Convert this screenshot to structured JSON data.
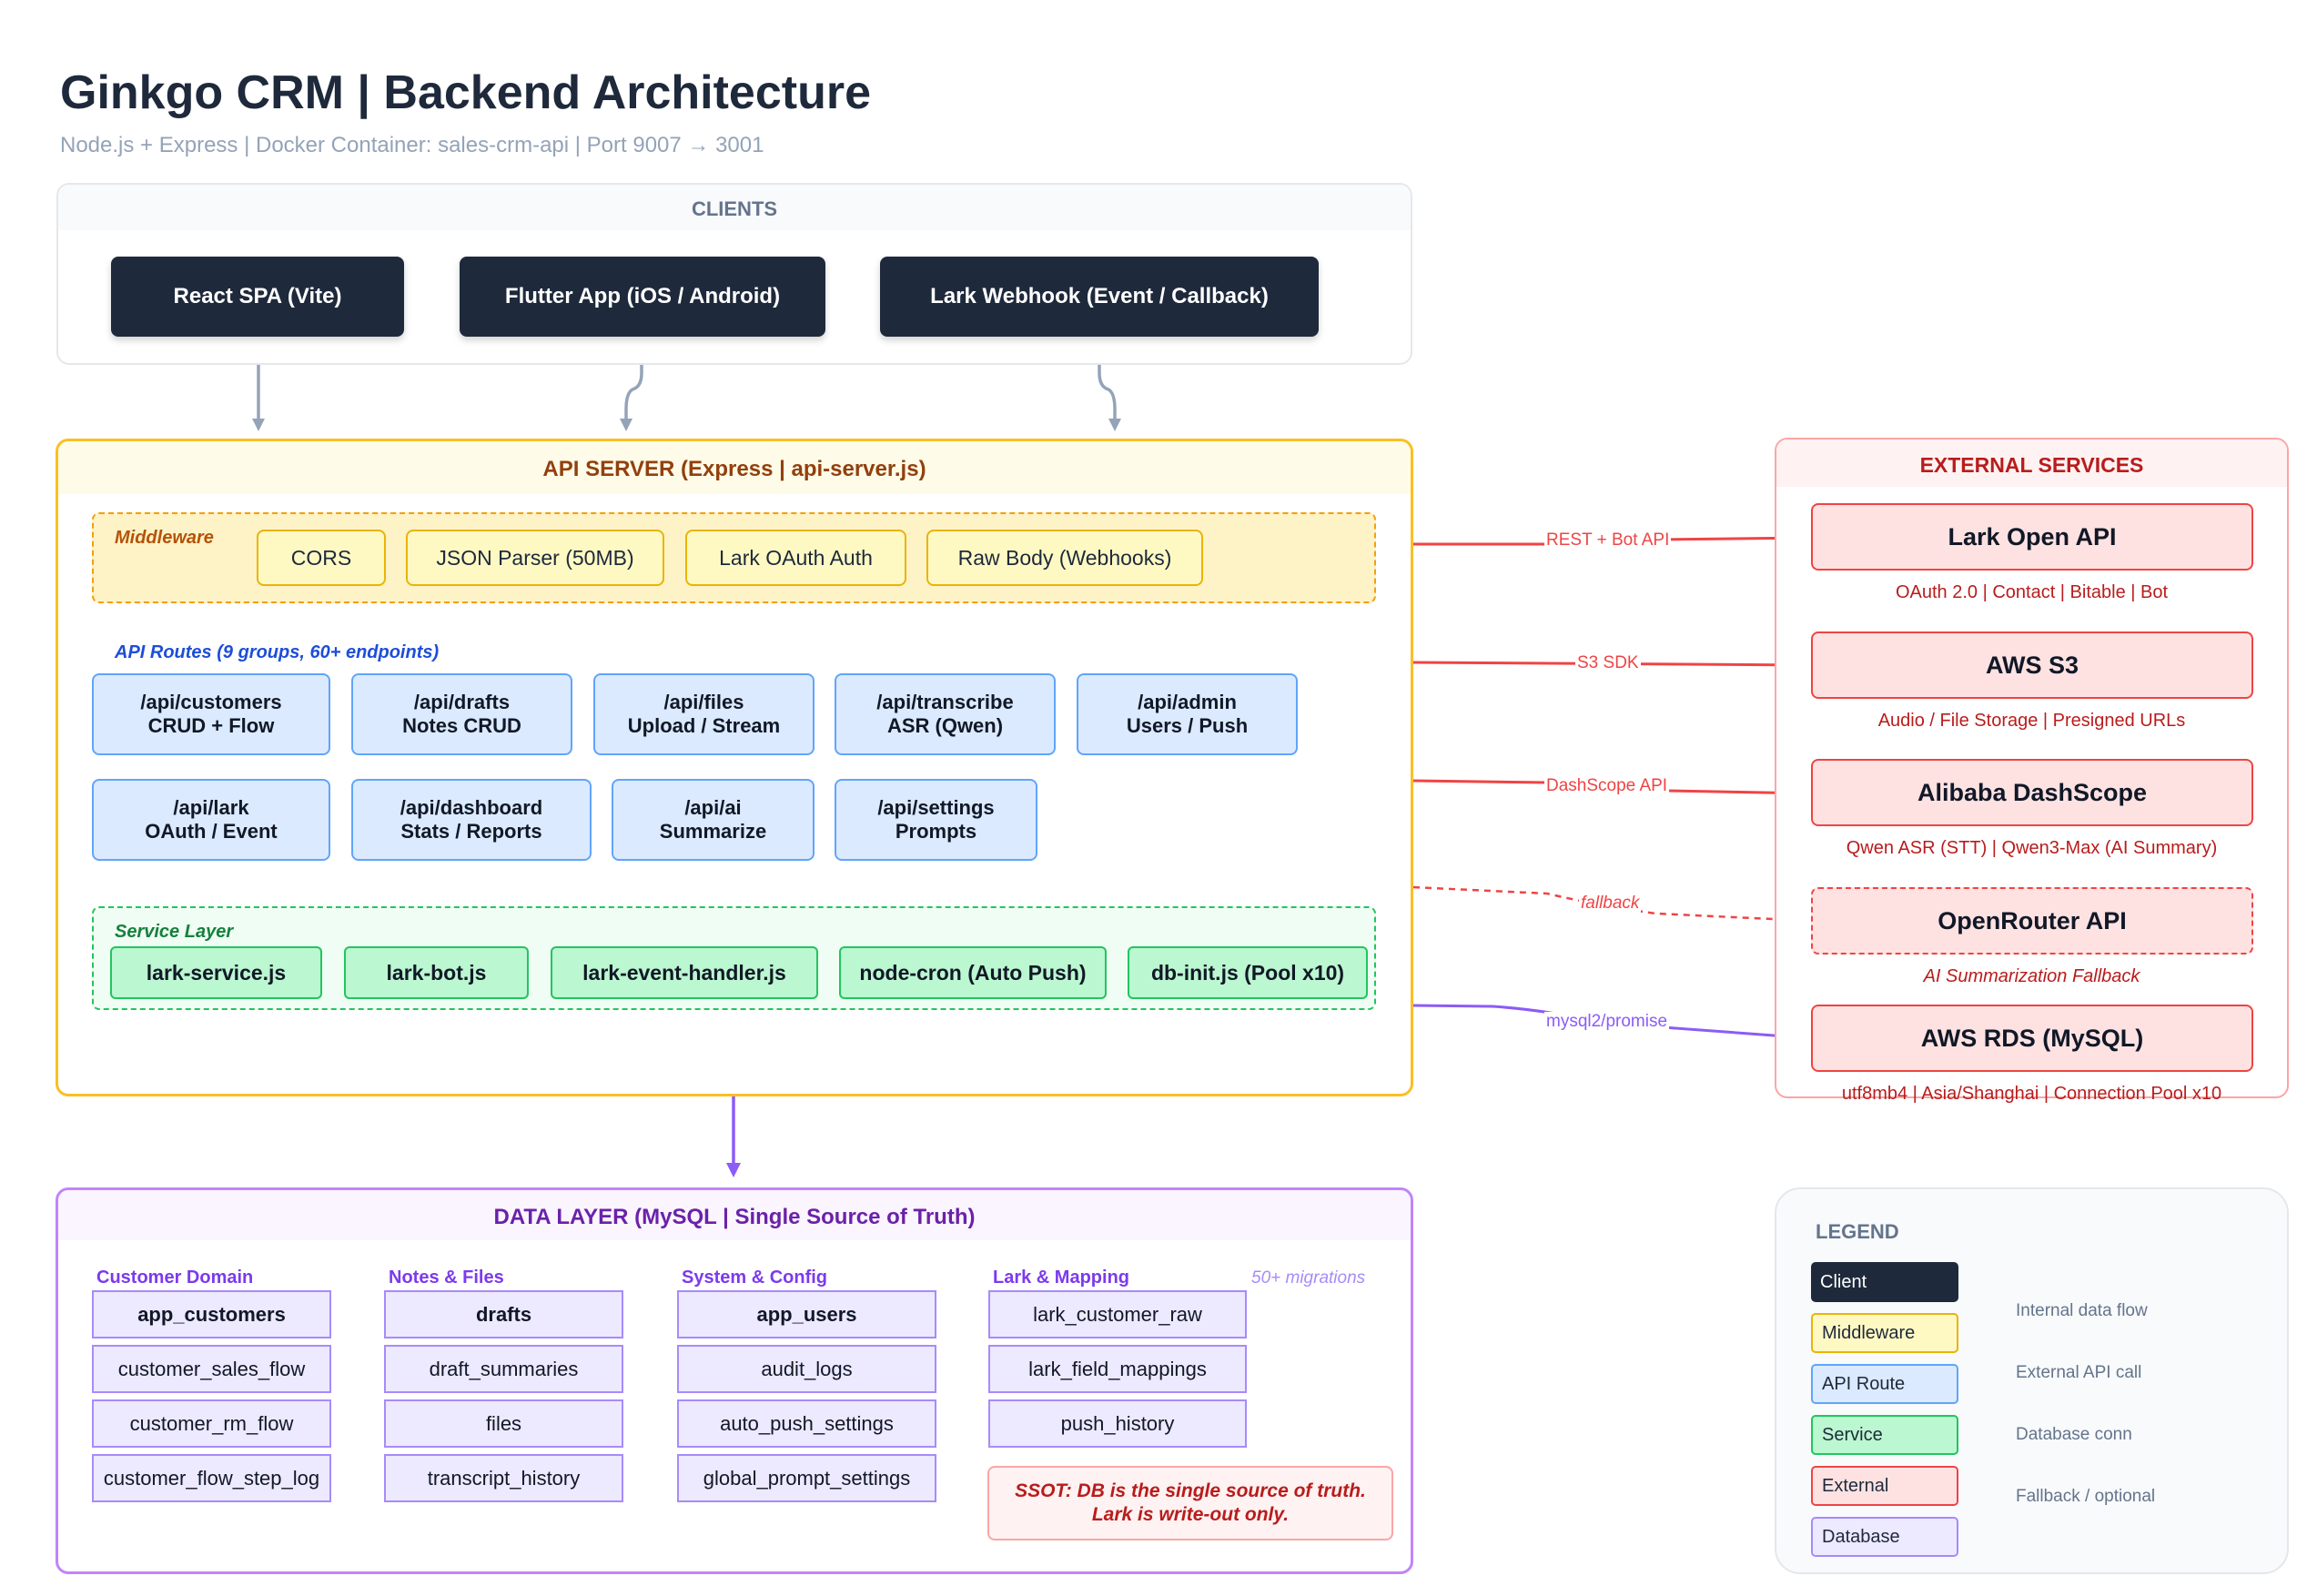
{
  "header": {
    "title": "Ginkgo CRM | Backend Architecture",
    "subtitle": "Node.js + Express | Docker Container: sales-crm-api | Port 9007 → 3001"
  },
  "clients": {
    "label": "CLIENTS",
    "items": [
      "React SPA (Vite)",
      "Flutter App (iOS / Android)",
      "Lark Webhook (Event / Callback)"
    ]
  },
  "api_server": {
    "label": "API SERVER (Express | api-server.js)",
    "middleware": {
      "label": "Middleware",
      "items": [
        "CORS",
        "JSON Parser (50MB)",
        "Lark OAuth Auth",
        "Raw Body (Webhooks)"
      ]
    },
    "routes": {
      "label": "API Routes (9 groups, 60+ endpoints)",
      "items": [
        {
          "path": "/api/customers",
          "desc": "CRUD + Flow"
        },
        {
          "path": "/api/drafts",
          "desc": "Notes CRUD"
        },
        {
          "path": "/api/files",
          "desc": "Upload / Stream"
        },
        {
          "path": "/api/transcribe",
          "desc": "ASR (Qwen)"
        },
        {
          "path": "/api/admin",
          "desc": "Users / Push"
        },
        {
          "path": "/api/lark",
          "desc": "OAuth / Event"
        },
        {
          "path": "/api/dashboard",
          "desc": "Stats / Reports"
        },
        {
          "path": "/api/ai",
          "desc": "Summarize"
        },
        {
          "path": "/api/settings",
          "desc": "Prompts"
        }
      ]
    },
    "services": {
      "label": "Service Layer",
      "items": [
        "lark-service.js",
        "lark-bot.js",
        "lark-event-handler.js",
        "node-cron (Auto Push)",
        "db-init.js (Pool x10)"
      ]
    }
  },
  "external": {
    "label": "EXTERNAL SERVICES",
    "items": [
      {
        "name": "Lark Open API",
        "desc": "OAuth 2.0 | Contact | Bitable | Bot",
        "edge": "REST + Bot API"
      },
      {
        "name": "AWS S3",
        "desc": "Audio / File Storage | Presigned URLs",
        "edge": "S3 SDK"
      },
      {
        "name": "Alibaba DashScope",
        "desc": "Qwen ASR (STT) | Qwen3-Max (AI Summary)",
        "edge": "DashScope API"
      },
      {
        "name": "OpenRouter API",
        "desc": "AI Summarization Fallback",
        "edge": "fallback"
      },
      {
        "name": "AWS RDS (MySQL)",
        "desc": "utf8mb4 | Asia/Shanghai | Connection Pool x10",
        "edge": "mysql2/promise"
      }
    ]
  },
  "data_layer": {
    "label": "DATA LAYER (MySQL | Single Source of Truth)",
    "migrations": "50+ migrations",
    "groups": [
      {
        "label": "Customer Domain",
        "tables": [
          "app_customers",
          "customer_sales_flow",
          "customer_rm_flow",
          "customer_flow_step_log"
        ]
      },
      {
        "label": "Notes & Files",
        "tables": [
          "drafts",
          "draft_summaries",
          "files",
          "transcript_history"
        ]
      },
      {
        "label": "System & Config",
        "tables": [
          "app_users",
          "audit_logs",
          "auto_push_settings",
          "global_prompt_settings"
        ]
      },
      {
        "label": "Lark & Mapping",
        "tables": [
          "lark_customer_raw",
          "lark_field_mappings",
          "push_history"
        ]
      }
    ],
    "ssot_line1": "SSOT: DB is the single source of truth.",
    "ssot_line2": "Lark is write-out only."
  },
  "legend": {
    "label": "LEGEND",
    "swatches": [
      "Client",
      "Middleware",
      "API Route",
      "Service",
      "External",
      "Database"
    ],
    "lines": [
      "Internal data flow",
      "External API call",
      "Database conn",
      "Fallback / optional"
    ]
  },
  "colors": {
    "client": "#1e293b",
    "middleware": "#fef9c3",
    "route": "#dbeafe",
    "service": "#bbf7d0",
    "external": "#fee2e2",
    "database": "#ede9fe",
    "internal_arrow": "#94a3b8",
    "external_arrow": "#ef4444",
    "db_arrow": "#8b5cf6"
  }
}
